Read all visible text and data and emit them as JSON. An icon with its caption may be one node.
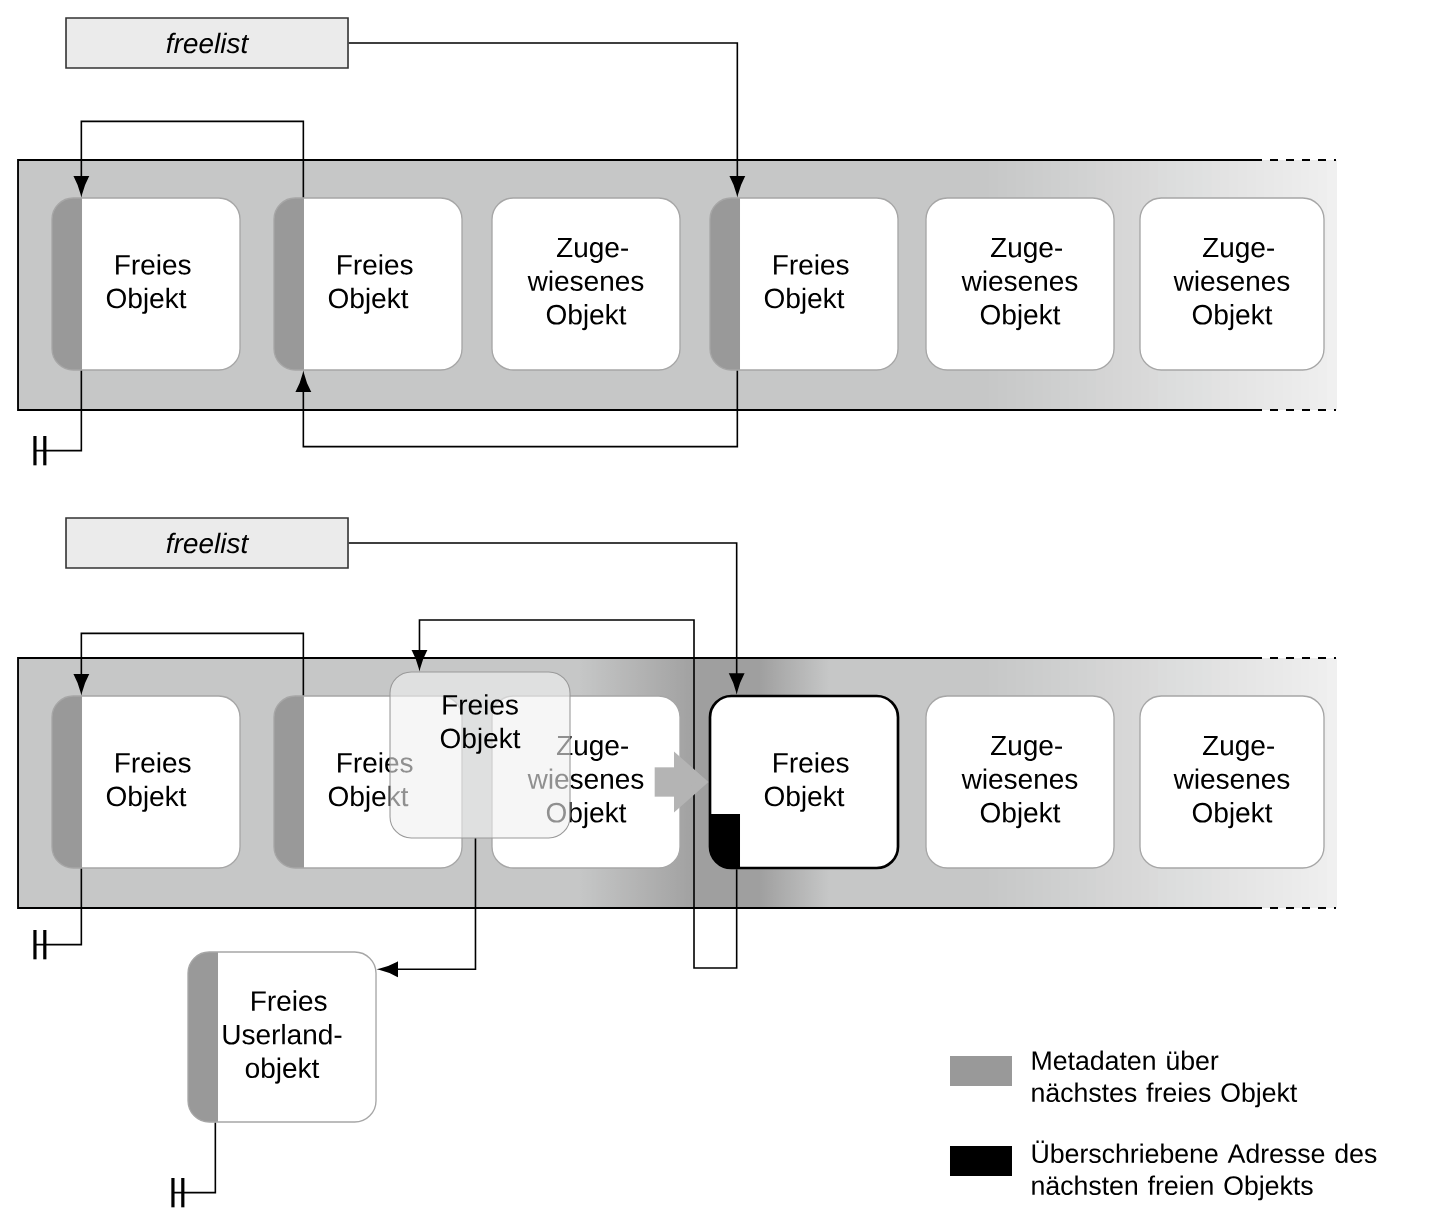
{
  "diagram": {
    "nodes": [
      {
        "text": [
          "freelist"
        ]
      },
      {
        "text": [],
        "shape": "box"
      },
      {
        "text": [
          "Freies Objekt"
        ],
        "in": 1
      },
      {
        "text": [
          "Freies Objekt"
        ],
        "in": 1
      },
      {
        "text": [
          "Zuge- wiesenes Objekt"
        ],
        "in": 1
      },
      {
        "text": [
          "Freies Objekt"
        ],
        "in": 1
      },
      {
        "text": [
          "Zuge- wiesenes Objekt"
        ],
        "in": 1
      },
      {
        "text": [
          "Zuge- wiesenes Objekt"
        ],
        "in": 1
      },
      {
        "text": [
          "freelist"
        ]
      },
      {
        "text": [],
        "shape": "box"
      },
      {
        "text": [
          "Freies Objekt"
        ],
        "in": 9
      },
      {
        "text": [
          "Freies Objekt"
        ],
        "in": 9
      },
      {
        "text": [
          "Zuge- wiesenes Objekt"
        ],
        "in": 9
      },
      {
        "text": [
          "Freies Objekt"
        ],
        "in": 9
      },
      {
        "text": [
          "Zuge- wiesenes Objekt"
        ],
        "in": 9
      },
      {
        "text": [
          "Zuge- wiesenes Objekt"
        ],
        "in": 9
      },
      {
        "text": [
          "Freies Objekt"
        ],
        "in": 9
      },
      {
        "text": [
          "Freies Userland- objekt"
        ]
      }
    ],
    "edges": [
      {
        "from": 0,
        "to": 5,
        "arrow": "to"
      },
      {
        "from": 5,
        "to": 3,
        "arrow": "to"
      },
      {
        "from": 3,
        "to": 2,
        "arrow": "to"
      },
      {
        "from": 2,
        "to": null,
        "arrow": "other"
      },
      {
        "from": 8,
        "to": 13,
        "arrow": "to"
      },
      {
        "from": 11,
        "to": 10,
        "arrow": "to"
      },
      {
        "from": 10,
        "to": null,
        "arrow": "other"
      },
      {
        "from": 13,
        "to": 16,
        "arrow": "to"
      },
      {
        "from": 16,
        "to": 17,
        "arrow": "to"
      },
      {
        "from": 17,
        "to": null,
        "arrow": "other"
      },
      {
        "from": 12,
        "to": 13,
        "arrow": "to",
        "style": "thick",
        "color": "#b4b4b4"
      }
    ],
    "legend": [
      {
        "text": "Metadaten über nächstes freies Objekt",
        "color": "#999999"
      },
      {
        "text": "Überschriebene Adresse des nächsten freien Objekts",
        "color": "#000000"
      }
    ]
  }
}
